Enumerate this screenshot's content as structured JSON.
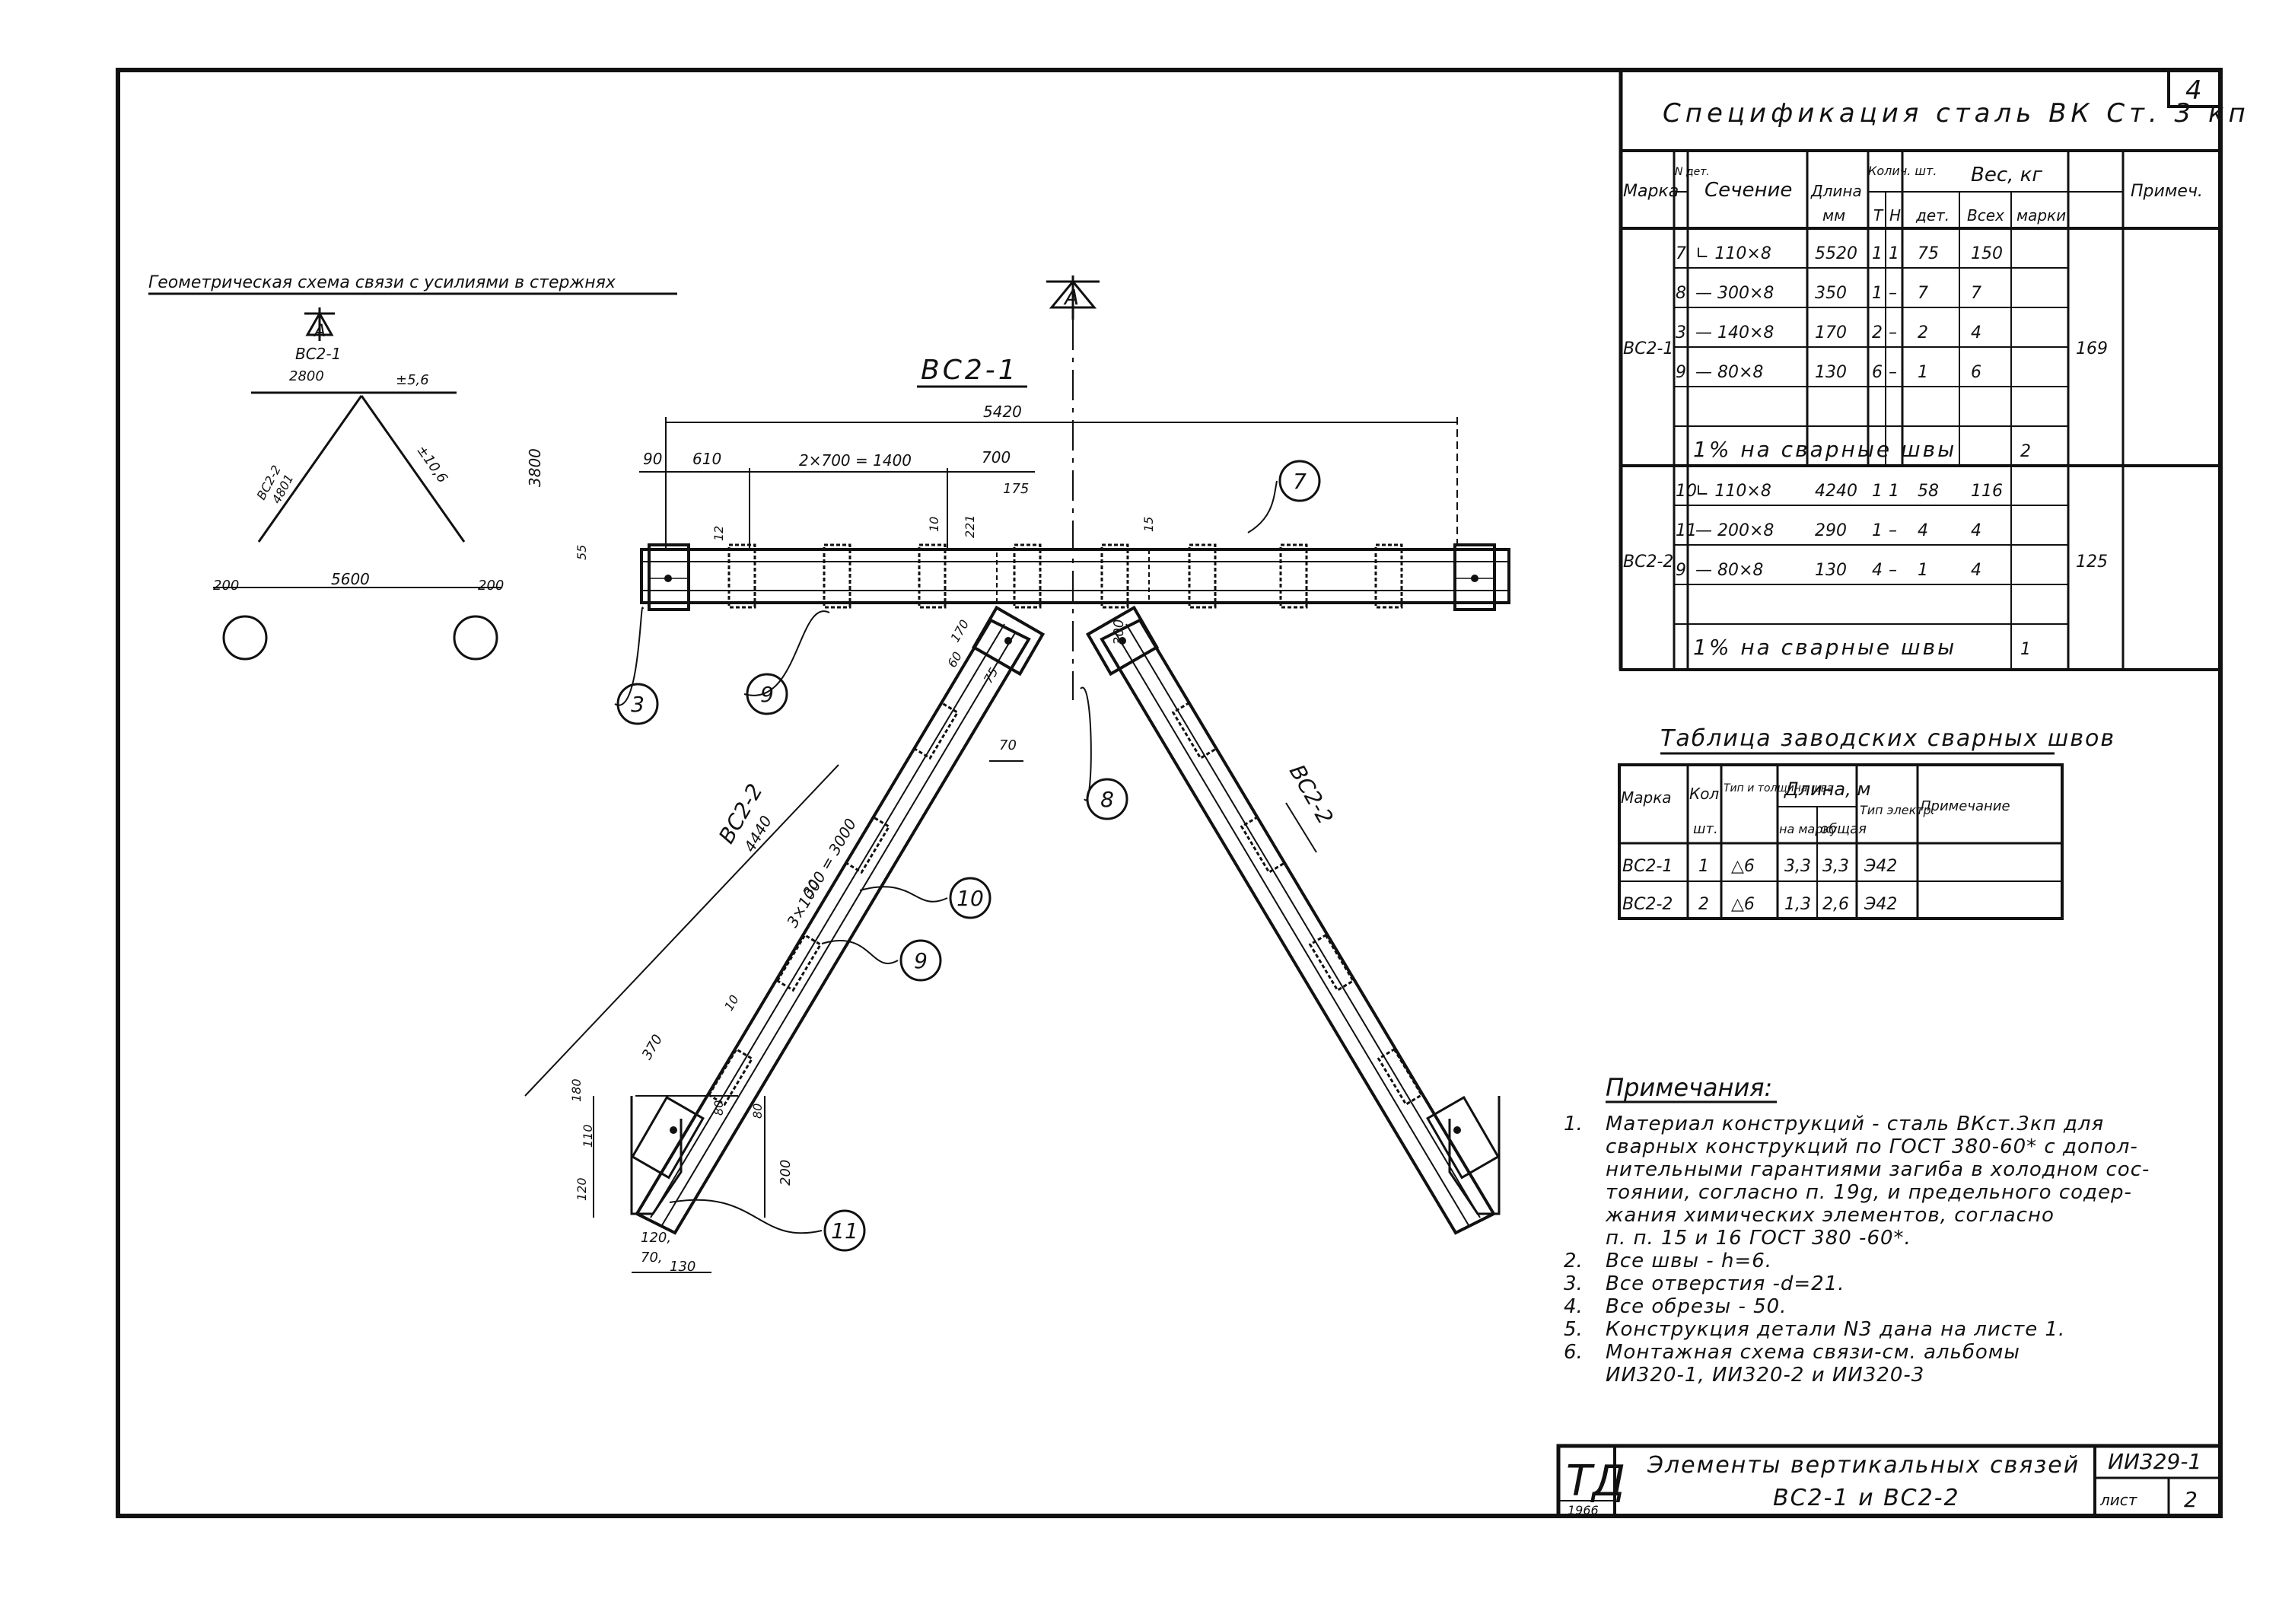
{
  "sheet": {
    "number": "4",
    "drawing_code": "ИИ329-1",
    "sheet_label": "лист",
    "sheet_no": "2",
    "org_logo": "ТД",
    "year": "1966",
    "title_line1": "Элементы вертикальных связей",
    "title_line2": "ВС2-1 и ВС2-2"
  },
  "geometric_scheme": {
    "title": "Геометрическая схема связи с усилиями в стержнях",
    "section_mark": "А",
    "member_top": "ВС2-1",
    "top_len": "2800",
    "top_force": "±5,6",
    "left_member": "ВС2-2",
    "left_force": "4801",
    "right_force": "±10,6",
    "height": "3800",
    "span": "5600",
    "left_off": "200",
    "right_off": "200"
  },
  "main_view": {
    "section_mark": "А",
    "top_member": "ВС2-1",
    "diag_left": "ВС2-2",
    "diag_left_len": "4440",
    "diag_right": "ВС2-2",
    "dims": {
      "overall": "5420",
      "d90": "90",
      "d610": "610",
      "pitch": "2×700 = 1400",
      "d700": "700",
      "d175": "175",
      "d12": "12",
      "d10": "10",
      "d221": "221",
      "d15": "15",
      "d55": "55",
      "d170": "170",
      "d60": "60",
      "d75": "75",
      "d70": "70",
      "d300": "300",
      "diag_pitch": "3×1000 = 3000",
      "d30": "30",
      "d370": "370",
      "d180": "180",
      "d110": "110",
      "d120": "120",
      "d200": "200",
      "d80": "80",
      "d120b": "120,",
      "d70b": "70,",
      "d130": "130"
    },
    "callouts": [
      "7",
      "3",
      "9",
      "8",
      "10",
      "9",
      "11"
    ]
  },
  "spec_table": {
    "title": "Спецификация   сталь ВК Ст. 3 кп",
    "headers": {
      "mark": "Марка",
      "det_no": "N дет.",
      "section": "Сечение",
      "length": "Длина",
      "length_unit": "мм",
      "qty": "Колич. шт.",
      "qty_t": "Т",
      "qty_n": "Н",
      "weight": "Вес, кг",
      "w_det": "дет.",
      "w_all": "Всех",
      "w_mark": "марки",
      "note": "Примеч."
    },
    "groups": [
      {
        "mark": "ВС2-1",
        "total": "169",
        "rows": [
          {
            "det": "7",
            "sec": "∟ 110×8",
            "len": "5520",
            "t": "1",
            "n": "1",
            "wd": "75",
            "wa": "150"
          },
          {
            "det": "8",
            "sec": "— 300×8",
            "len": "350",
            "t": "1",
            "n": "–",
            "wd": "7",
            "wa": "7"
          },
          {
            "det": "3",
            "sec": "— 140×8",
            "len": "170",
            "t": "2",
            "n": "–",
            "wd": "2",
            "wa": "4"
          },
          {
            "det": "9",
            "sec": "— 80×8",
            "len": "130",
            "t": "6",
            "n": "–",
            "wd": "1",
            "wa": "6"
          }
        ],
        "welds_label": "1% на сварные швы",
        "welds_w": "2"
      },
      {
        "mark": "ВС2-2",
        "total": "125",
        "rows": [
          {
            "det": "10",
            "sec": "∟ 110×8",
            "len": "4240",
            "t": "1",
            "n": "1",
            "wd": "58",
            "wa": "116"
          },
          {
            "det": "11",
            "sec": "— 200×8",
            "len": "290",
            "t": "1",
            "n": "–",
            "wd": "4",
            "wa": "4"
          },
          {
            "det": "9",
            "sec": "— 80×8",
            "len": "130",
            "t": "4",
            "n": "–",
            "wd": "1",
            "wa": "4"
          }
        ],
        "welds_label": "1% на сварные швы",
        "welds_w": "1"
      }
    ]
  },
  "weld_table": {
    "title": "Таблица заводских сварных швов",
    "headers": {
      "mark": "Марка",
      "qty": "Кол.",
      "qty_unit": "шт.",
      "type": "Тип и толщина шва",
      "length": "Длина, м",
      "per_mark": "на марку",
      "total": "общая",
      "electrode": "Тип электр.",
      "note": "Примечание"
    },
    "rows": [
      {
        "mark": "ВС2-1",
        "qty": "1",
        "type": "△6",
        "per": "3,3",
        "total": "3,3",
        "el": "Э42"
      },
      {
        "mark": "ВС2-2",
        "qty": "2",
        "type": "△6",
        "per": "1,3",
        "total": "2,6",
        "el": "Э42"
      }
    ]
  },
  "notes": {
    "title": "Примечания:",
    "items": [
      {
        "n": "1.",
        "lines": [
          "Материал конструкций - сталь ВКст.3кп для",
          "сварных конструкций по ГОСТ 380-60* с допол-",
          "нительными гарантиями загиба в холодном сос-",
          "тоянии, согласно п. 19g, и предельного содер-",
          "жания химических элементов, согласно",
          "п. п. 15 и 16 ГОСТ 380 -60*."
        ]
      },
      {
        "n": "2.",
        "lines": [
          "Все швы - h=6."
        ]
      },
      {
        "n": "3.",
        "lines": [
          "Все отверстия -d=21."
        ]
      },
      {
        "n": "4.",
        "lines": [
          "Все обрезы - 50."
        ]
      },
      {
        "n": "5.",
        "lines": [
          "Конструкция детали N3 дана на листе 1."
        ]
      },
      {
        "n": "6.",
        "lines": [
          "Монтажная схема связи-см. альбомы",
          "ИИ320-1, ИИ320-2 и ИИ320-3"
        ]
      }
    ]
  }
}
